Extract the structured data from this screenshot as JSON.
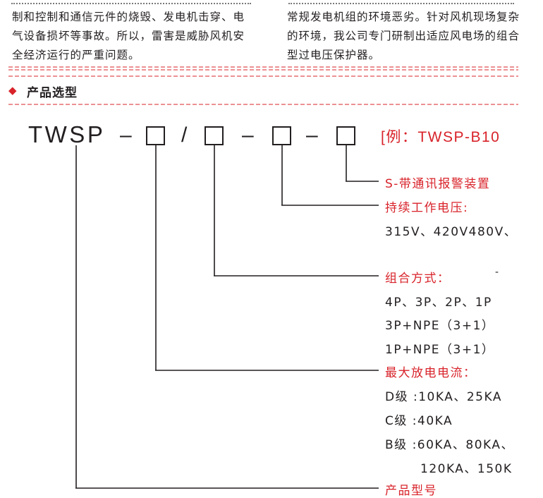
{
  "intro": {
    "left_lines": [
      "制和控制和通信元件的烧毁、发电机击穿、电",
      "气设备损坏等事故。所以，雷害是威胁风机安",
      "全经济运行的严重问题。"
    ],
    "right_lines": [
      "常规发电机组的环境恶劣。针对风机现场复杂",
      "的环境，我公司专门研制出适应风电场的组合",
      "型过电压保护器。"
    ]
  },
  "section": {
    "diamond": "◆",
    "title": "产品选型"
  },
  "model": {
    "prefix": "TWSP",
    "dash": "–",
    "slash": "/",
    "example": "[例：TWSP-B10"
  },
  "labels": {
    "alarm": "S-带通讯报警装置",
    "voltage_title": "持续工作电压:",
    "voltage_values": "315V、420V480V、",
    "combo_title": "组合方式：",
    "combo_stray": "-",
    "combo_1": "4P、3P、2P、1P",
    "combo_2": "3P+NPE（3+1）",
    "combo_3": "1P+NPE（3+1）",
    "current_title": "最大放电电流：",
    "current_d": "D级 :10KA、25KA",
    "current_c": "C级 :40KA",
    "current_b": "B级 :60KA、80KA、",
    "current_b2": "120KA、150K",
    "model_title": "产品型号"
  }
}
